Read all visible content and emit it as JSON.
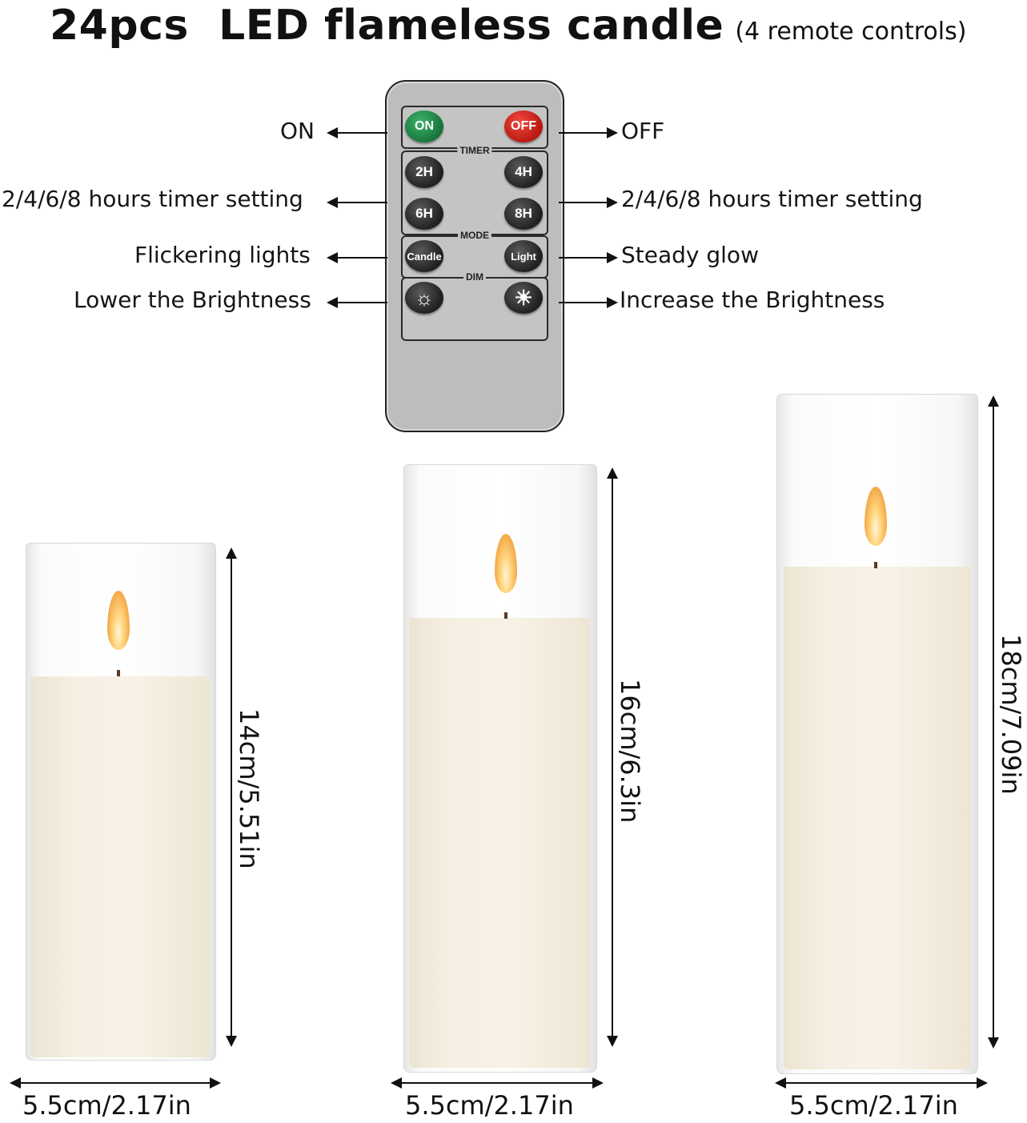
{
  "title": {
    "main": "24pcs  LED flameless candle",
    "sub": "(4 remote controls)"
  },
  "remote": {
    "buttons": {
      "on": "ON",
      "off": "OFF",
      "h2": "2H",
      "h4": "4H",
      "h6": "6H",
      "h8": "8H",
      "candle": "Candle",
      "light": "Light"
    },
    "sections": {
      "timer": "TIMER",
      "mode": "MODE",
      "dim": "DIM"
    }
  },
  "labels": {
    "on": "ON",
    "off": "OFF",
    "timer_left": "2/4/6/8 hours timer setting",
    "timer_right": "2/4/6/8 hours timer setting",
    "flicker": "Flickering lights",
    "steady": "Steady glow",
    "lower": "Lower the Brightness",
    "increase": "Increase the Brightness"
  },
  "candles": [
    {
      "height_label": "14cm/5.51in",
      "width_label": "5.5cm/2.17in"
    },
    {
      "height_label": "16cm/6.3in",
      "width_label": "5.5cm/2.17in"
    },
    {
      "height_label": "18cm/7.09in",
      "width_label": "5.5cm/2.17in"
    }
  ],
  "colors": {
    "on_button": "#1f8a4a",
    "off_button": "#d6241a",
    "wax": "#f4eee2",
    "flame": "#ffd27a"
  }
}
